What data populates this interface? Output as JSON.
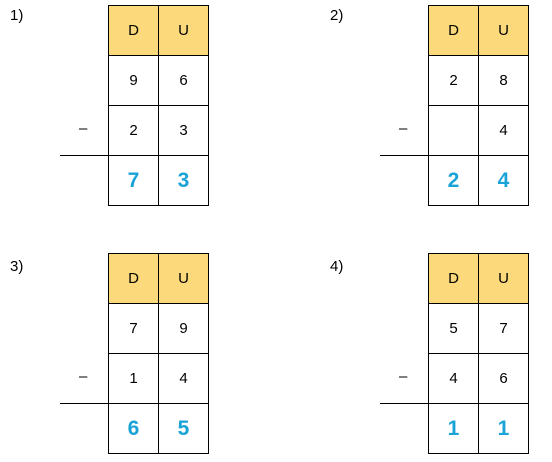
{
  "problems": [
    {
      "number": "1)",
      "headers": [
        "D",
        "U"
      ],
      "minuend": [
        "9",
        "6"
      ],
      "operator": "–",
      "subtrahend": [
        "2",
        "3"
      ],
      "result": [
        "7",
        "3"
      ]
    },
    {
      "number": "2)",
      "headers": [
        "D",
        "U"
      ],
      "minuend": [
        "2",
        "8"
      ],
      "operator": "–",
      "subtrahend": [
        "",
        "4"
      ],
      "result": [
        "2",
        "4"
      ]
    },
    {
      "number": "3)",
      "headers": [
        "D",
        "U"
      ],
      "minuend": [
        "7",
        "9"
      ],
      "operator": "–",
      "subtrahend": [
        "1",
        "4"
      ],
      "result": [
        "6",
        "5"
      ]
    },
    {
      "number": "4)",
      "headers": [
        "D",
        "U"
      ],
      "minuend": [
        "5",
        "7"
      ],
      "operator": "–",
      "subtrahend": [
        "4",
        "6"
      ],
      "result": [
        "1",
        "1"
      ]
    }
  ],
  "colors": {
    "header_fill": "#fcd97a",
    "result_text": "#1aa3d6"
  }
}
